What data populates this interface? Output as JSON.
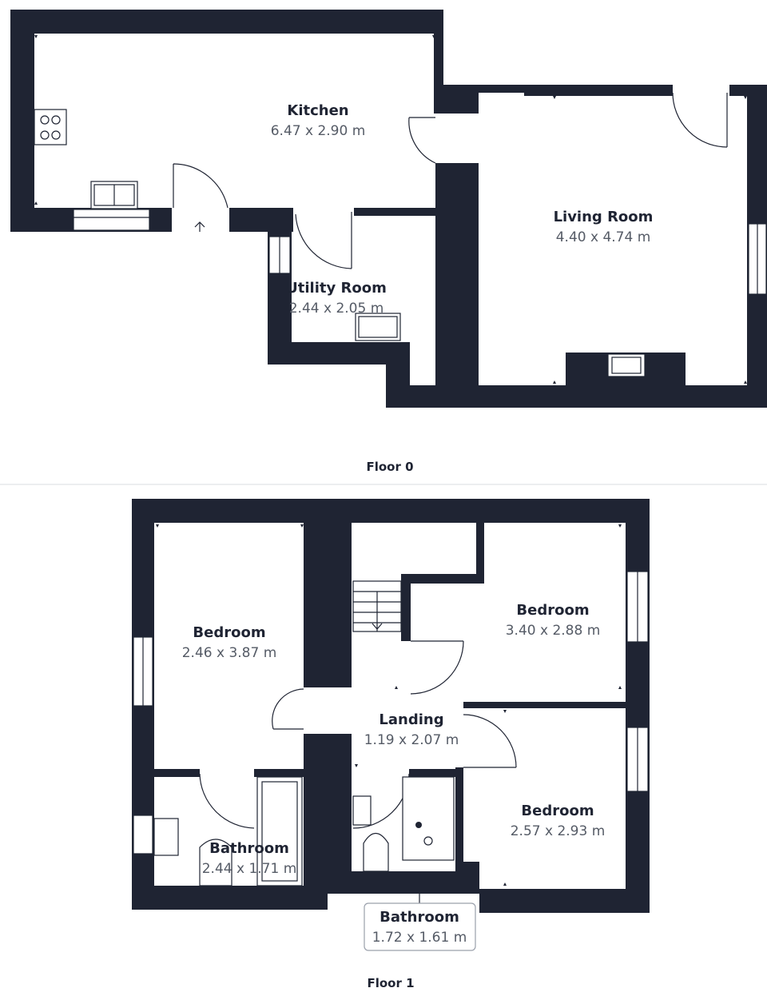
{
  "floors": [
    {
      "label": "Floor 0",
      "rooms": [
        {
          "name": "Kitchen",
          "dims": "6.47 x 2.90 m"
        },
        {
          "name": "Living Room",
          "dims": "4.40 x 4.74 m"
        },
        {
          "name": "Utility Room",
          "dims": "2.44 x 2.05 m"
        }
      ]
    },
    {
      "label": "Floor 1",
      "rooms": [
        {
          "name": "Bedroom",
          "dims": "2.46 x 3.87 m"
        },
        {
          "name": "Bedroom",
          "dims": "3.40 x 2.88 m"
        },
        {
          "name": "Landing",
          "dims": "1.19 x 2.07 m"
        },
        {
          "name": "Bedroom",
          "dims": "2.57 x 2.93 m"
        },
        {
          "name": "Bathroom",
          "dims": "2.44 x 1.71 m"
        },
        {
          "name": "Bathroom",
          "dims": "1.72 x 1.61 m"
        }
      ]
    }
  ],
  "colors": {
    "wall": "#1f2433",
    "background": "#ffffff",
    "text_dims": "#555b66"
  }
}
